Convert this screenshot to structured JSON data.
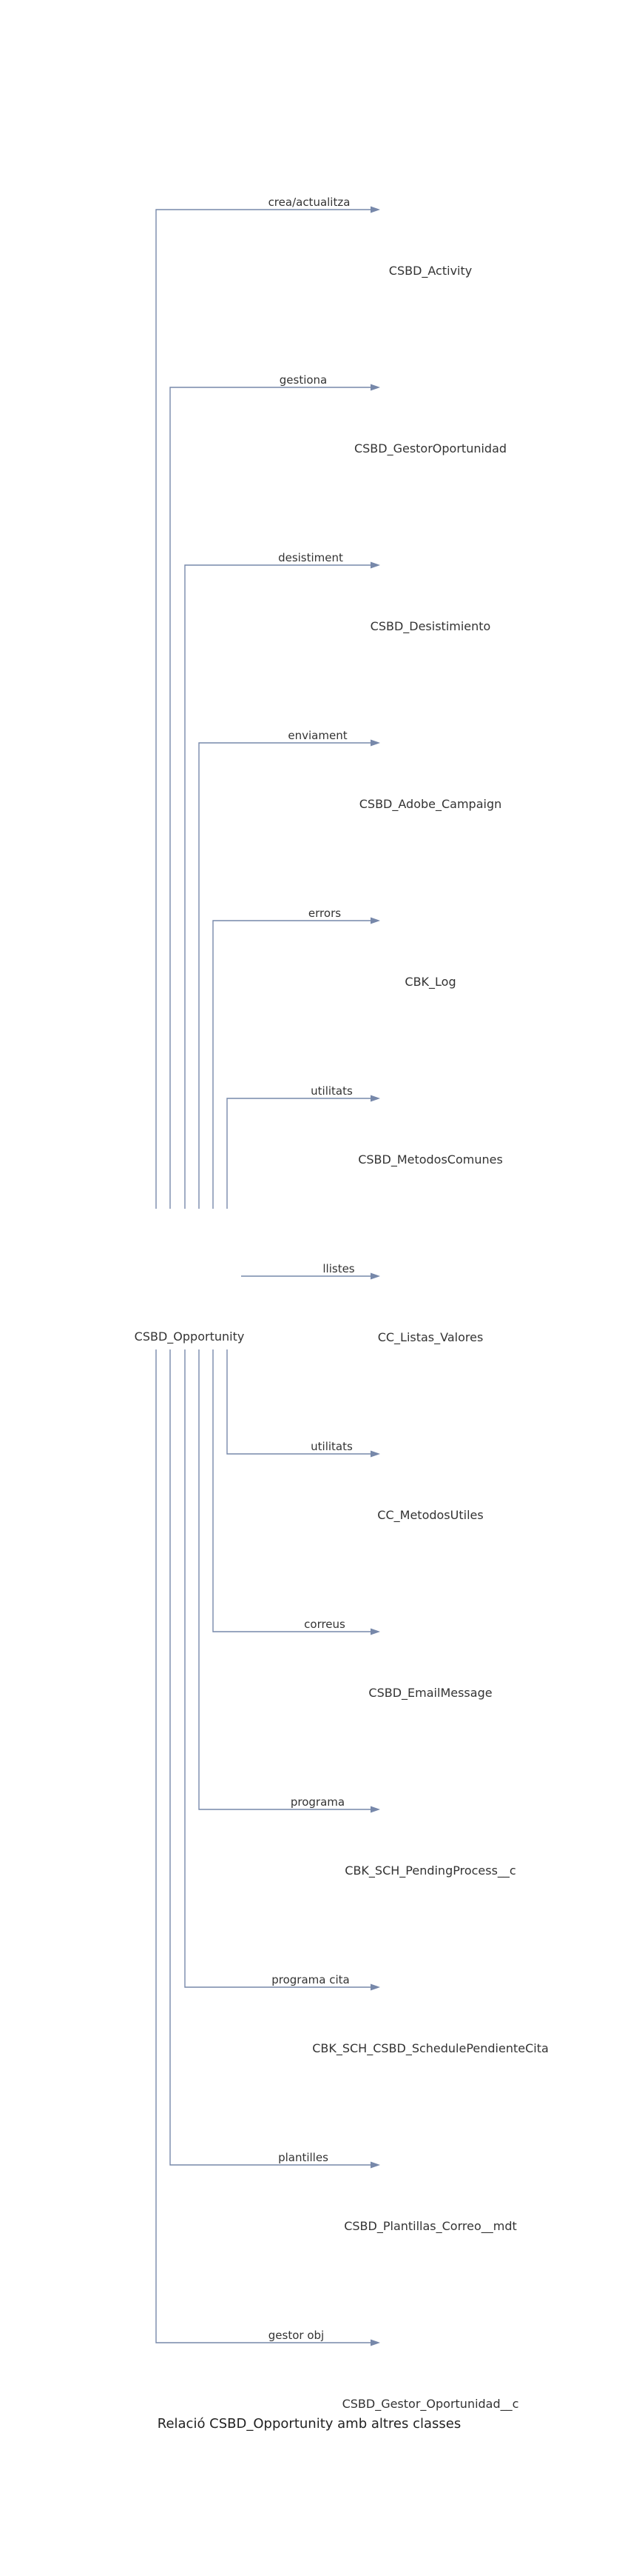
{
  "diagram": {
    "source": "CSBD_Opportunity",
    "caption": "Relació CSBD_Opportunity amb altres classes",
    "relations": [
      {
        "label": "crea/actualitza",
        "target": "CSBD_Activity"
      },
      {
        "label": "gestiona",
        "target": "CSBD_GestorOportunidad"
      },
      {
        "label": "desistiment",
        "target": "CSBD_Desistimiento"
      },
      {
        "label": "enviament",
        "target": "CSBD_Adobe_Campaign"
      },
      {
        "label": "errors",
        "target": "CBK_Log"
      },
      {
        "label": "utilitats",
        "target": "CSBD_MetodosComunes"
      },
      {
        "label": "llistes",
        "target": "CC_Listas_Valores"
      },
      {
        "label": "utilitats",
        "target": "CC_MetodosUtiles"
      },
      {
        "label": "correus",
        "target": "CSBD_EmailMessage"
      },
      {
        "label": "programa",
        "target": "CBK_SCH_PendingProcess__c"
      },
      {
        "label": "programa cita",
        "target": "CBK_SCH_CSBD_SchedulePendienteCita"
      },
      {
        "label": "plantilles",
        "target": "CSBD_Plantillas_Correo__mdt"
      },
      {
        "label": "gestor obj",
        "target": "CSBD_Gestor_Oportunidad__c"
      }
    ]
  }
}
